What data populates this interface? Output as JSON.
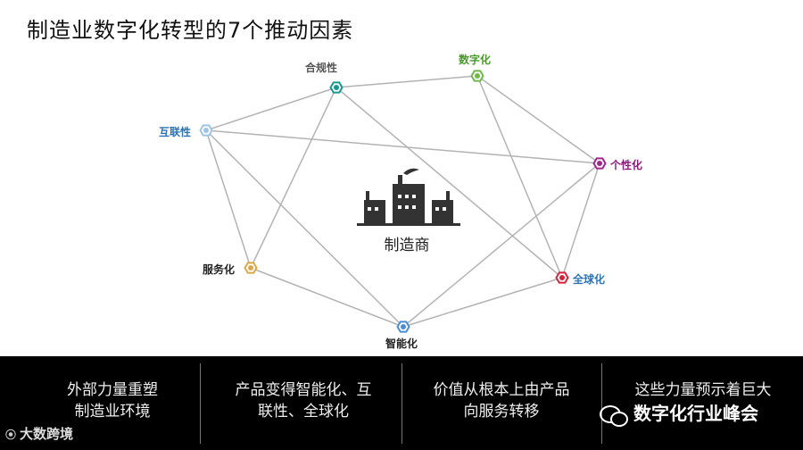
{
  "title": "制造业数字化转型的7个推动因素",
  "center": {
    "label": "制造商",
    "icon": "factory-icon"
  },
  "nodes": [
    {
      "id": "compliance",
      "label": "合规性",
      "color": "#149a8f",
      "label_color": "#555555"
    },
    {
      "id": "digitalization",
      "label": "数字化",
      "color": "#70b84a",
      "label_color": "#4a9a2a"
    },
    {
      "id": "connectivity",
      "label": "互联性",
      "color": "#9ec3e6",
      "label_color": "#2e74b5"
    },
    {
      "id": "personalization",
      "label": "个性化",
      "color": "#a0288c",
      "label_color": "#8a1a7a"
    },
    {
      "id": "servitization",
      "label": "服务化",
      "color": "#d9a84a",
      "label_color": "#222222"
    },
    {
      "id": "globalization",
      "label": "全球化",
      "color": "#d6253a",
      "label_color": "#2e74b5"
    },
    {
      "id": "intelligence",
      "label": "智能化",
      "color": "#4a8fd6",
      "label_color": "#222222"
    }
  ],
  "edges": [
    [
      "compliance",
      "digitalization"
    ],
    [
      "compliance",
      "connectivity"
    ],
    [
      "compliance",
      "servitization"
    ],
    [
      "compliance",
      "globalization"
    ],
    [
      "digitalization",
      "personalization"
    ],
    [
      "digitalization",
      "globalization"
    ],
    [
      "connectivity",
      "personalization"
    ],
    [
      "connectivity",
      "servitization"
    ],
    [
      "connectivity",
      "intelligence"
    ],
    [
      "personalization",
      "globalization"
    ],
    [
      "personalization",
      "intelligence"
    ],
    [
      "servitization",
      "intelligence"
    ],
    [
      "intelligence",
      "globalization"
    ]
  ],
  "bottom": {
    "columns": [
      {
        "line1": "外部力量重塑",
        "line2": "制造业环境"
      },
      {
        "line1": "产品变得智能化、互",
        "line2": "联性、全球化"
      },
      {
        "line1": "价值从根本上由产品",
        "line2": "向服务转移"
      },
      {
        "line1": "这些力量预示着巨大",
        "line2": ""
      }
    ],
    "watermark_left": "大数跨境",
    "watermark_right": "数字化行业峰会"
  },
  "colors": {
    "edge": "#b3b3b3",
    "factory": "#333333",
    "bar": "#000000"
  }
}
